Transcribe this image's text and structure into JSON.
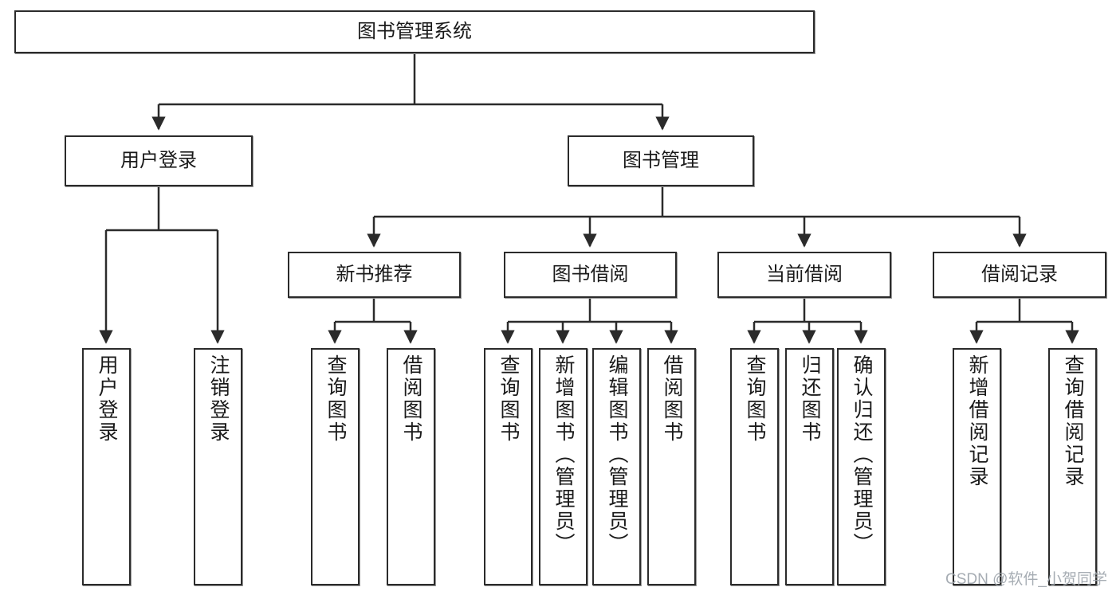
{
  "diagram": {
    "title": "图书管理系统",
    "type": "hierarchy-tree",
    "colors": {
      "box_border": "#2b2b2b",
      "box_fill": "#ffffff",
      "text": "#1a1a1a",
      "edge": "#2b2b2b",
      "watermark": "#9fa6ad",
      "background": "#ffffff"
    },
    "nodes": {
      "root": {
        "label": "图书管理系统"
      },
      "level2": [
        {
          "id": "user-login",
          "label": "用户登录"
        },
        {
          "id": "book-management",
          "label": "图书管理"
        }
      ],
      "level3": [
        {
          "id": "new-book-recommend",
          "label": "新书推荐"
        },
        {
          "id": "book-borrow",
          "label": "图书借阅"
        },
        {
          "id": "current-borrow",
          "label": "当前借阅"
        },
        {
          "id": "borrow-record",
          "label": "借阅记录"
        }
      ],
      "leaves": {
        "user-login": [
          {
            "id": "leaf-user-login",
            "label": "用户登录"
          },
          {
            "id": "leaf-logout-login",
            "label": "注销登录"
          }
        ],
        "new-book-recommend": [
          {
            "id": "leaf-query-book-1",
            "label": "查询图书"
          },
          {
            "id": "leaf-borrow-book-1",
            "label": "借阅图书"
          }
        ],
        "book-borrow": [
          {
            "id": "leaf-query-book-2",
            "label": "查询图书"
          },
          {
            "id": "leaf-add-book-admin",
            "label": "新增图书（管理员）"
          },
          {
            "id": "leaf-edit-book-admin",
            "label": "编辑图书（管理员）"
          },
          {
            "id": "leaf-borrow-book-2",
            "label": "借阅图书"
          }
        ],
        "current-borrow": [
          {
            "id": "leaf-query-book-3",
            "label": "查询图书"
          },
          {
            "id": "leaf-return-book",
            "label": "归还图书"
          },
          {
            "id": "leaf-confirm-return-admin",
            "label": "确认归还（管理员）"
          }
        ],
        "borrow-record": [
          {
            "id": "leaf-add-borrow-record",
            "label": "新增借阅记录"
          },
          {
            "id": "leaf-query-borrow-record",
            "label": "查询借阅记录"
          }
        ]
      }
    },
    "watermark": "CSDN @软件_小贺同学"
  }
}
